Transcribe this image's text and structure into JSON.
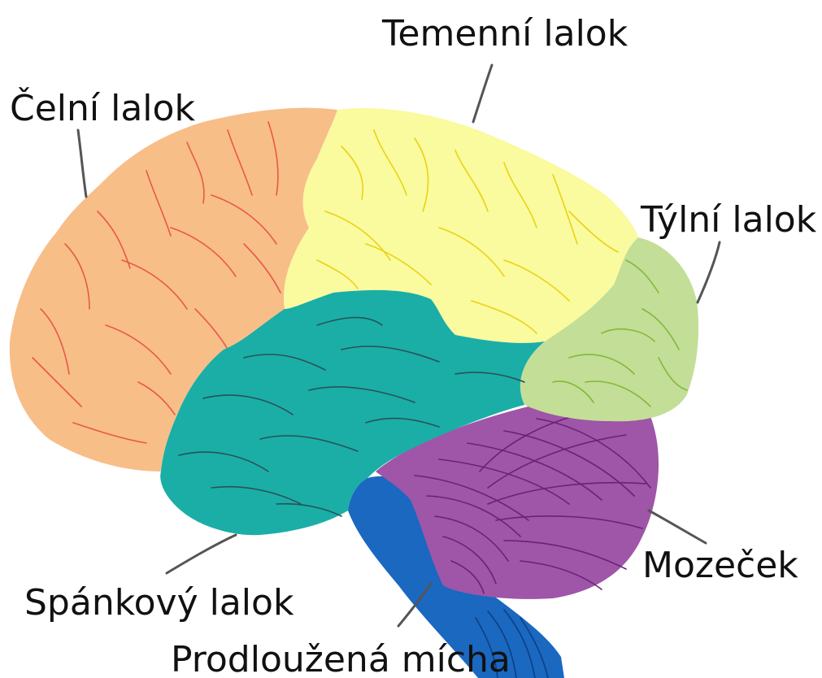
{
  "labels": {
    "parietal": "Temenní lalok",
    "frontal": "Čelní lalok",
    "occipital": "Týlní lalok",
    "cerebellum": "Mozeček",
    "temporal": "Spánkový lalok",
    "medulla": "Prodloužená mícha"
  },
  "colors": {
    "frontal": "#f8be88",
    "frontal_lines": "#e8584a",
    "parietal": "#fafa9e",
    "parietal_lines": "#e8d414",
    "temporal": "#1aaea6",
    "temporal_lines": "#2a5258",
    "occipital": "#c3de96",
    "occipital_lines": "#84b83c",
    "cerebellum": "#9f55a8",
    "cerebellum_lines": "#6a2278",
    "medulla": "#1a68c0",
    "medulla_lines": "#0d3f84",
    "leader": "#555555"
  }
}
